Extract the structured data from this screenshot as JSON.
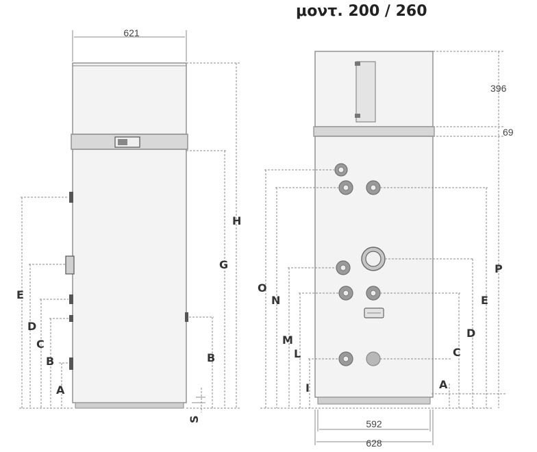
{
  "title": "μοντ. 200 / 260",
  "left_view": {
    "width_label": "621",
    "labels": {
      "H": "H",
      "G": "G",
      "E": "E",
      "D": "D",
      "C": "C",
      "B_left": "B",
      "A": "A",
      "B_right": "B",
      "S": "S"
    }
  },
  "right_view": {
    "dim_396": "396",
    "dim_69": "69",
    "dim_592": "592",
    "dim_628": "628",
    "labels": {
      "O": "O",
      "N": "N",
      "M": "M",
      "L": "L",
      "I": "I",
      "P": "P",
      "E": "E",
      "D": "D",
      "C": "C",
      "A": "A"
    }
  }
}
